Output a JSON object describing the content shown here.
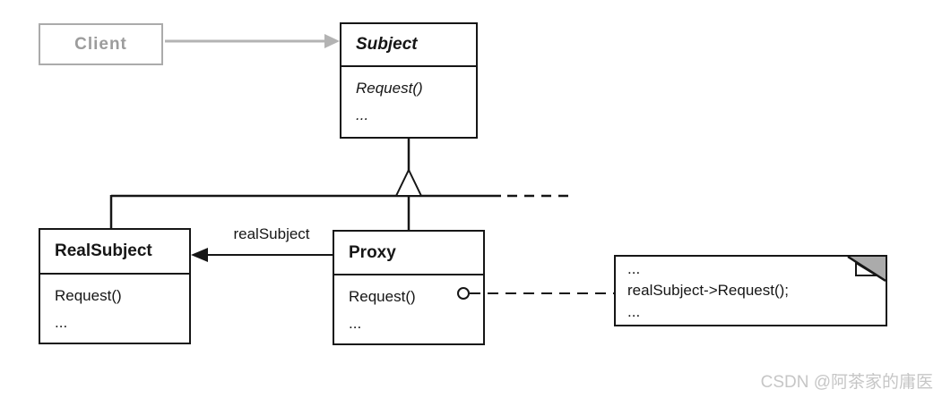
{
  "classes": {
    "client": {
      "name": "Client"
    },
    "subject": {
      "name": "Subject",
      "members": [
        "Request()",
        "..."
      ]
    },
    "real_subject": {
      "name": "RealSubject",
      "members": [
        "Request()",
        "..."
      ]
    },
    "proxy": {
      "name": "Proxy",
      "members": [
        "Request()",
        "..."
      ]
    }
  },
  "labels": {
    "proxy_to_real_subject": "realSubject"
  },
  "note": {
    "lines": [
      "...",
      "realSubject->Request();",
      "..."
    ]
  },
  "watermark": {
    "text": "CSDN @阿茶家的庸医"
  },
  "colors": {
    "line": "#161616",
    "muted_gray": "#b3b3b3",
    "note_fold": "#ababab",
    "watermark": "#c6c6c6",
    "background": "#ffffff"
  }
}
